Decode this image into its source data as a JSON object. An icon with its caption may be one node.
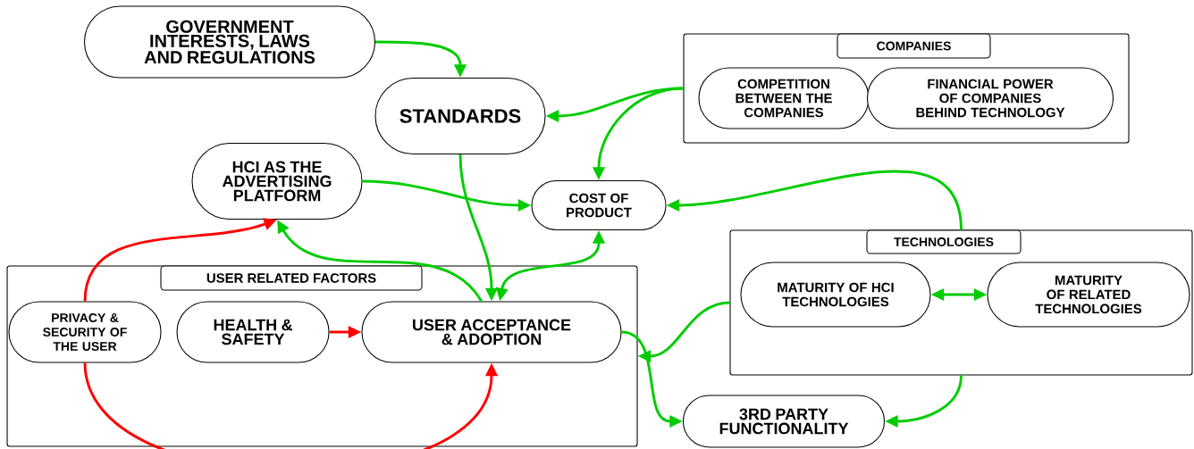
{
  "diagram": {
    "nodes": [
      {
        "text": [
          "GOVERNMENT INTERESTS, LAWS AND REGULATIONS"
        ]
      },
      {
        "text": [
          "STANDARDS"
        ]
      },
      {
        "text": [
          "COMPANIES"
        ]
      },
      {
        "text": [
          "COMPETITION BETWEEN THE COMPANIES"
        ],
        "in": 2
      },
      {
        "text": [
          "FINANCIAL POWER OF COMPANIES BEHIND TECHNOLOGY"
        ],
        "in": 2
      },
      {
        "text": [
          "HCI AS THE ADVERTISING PLATFORM"
        ]
      },
      {
        "text": [
          "COST OF PRODUCT"
        ]
      },
      {
        "text": [
          "TECHNOLOGIES"
        ]
      },
      {
        "text": [
          "MATURITY OF HCI TECHNOLOGIES"
        ],
        "in": 7
      },
      {
        "text": [
          "MATURITY OF RELATED TECHNOLOGIES"
        ],
        "in": 7
      },
      {
        "text": [
          "USER RELATED FACTORS"
        ]
      },
      {
        "text": [
          "PRIVACY & SECURITY OF THE USER"
        ],
        "in": 10
      },
      {
        "text": [
          "HEALTH & SAFETY"
        ],
        "in": 10
      },
      {
        "text": [
          "USER ACCEPTANCE & ADOPTION"
        ],
        "in": 10
      },
      {
        "text": [
          "3RD PARTY FUNCTIONALITY"
        ]
      }
    ],
    "edges": [
      {
        "from": 0,
        "to": 1,
        "arrow": "to"
      },
      {
        "from": 2,
        "to": 1,
        "arrow": "to"
      },
      {
        "from": 2,
        "to": 6,
        "arrow": "to"
      },
      {
        "from": 5,
        "to": 6,
        "arrow": "to"
      },
      {
        "from": 7,
        "to": 6,
        "arrow": "to"
      },
      {
        "from": 13,
        "to": 6,
        "arrow": "both"
      },
      {
        "from": 1,
        "to": 13,
        "arrow": "to"
      },
      {
        "from": 13,
        "to": 5,
        "arrow": "to"
      },
      {
        "from": 11,
        "to": 5,
        "arrow": "to",
        "color": "#ff0000"
      },
      {
        "from": 11,
        "to": 13,
        "arrow": "to",
        "color": "#ff0000"
      },
      {
        "from": 12,
        "to": 13,
        "arrow": "to",
        "color": "#ff0000"
      },
      {
        "from": 8,
        "to": 9,
        "arrow": "both"
      },
      {
        "from": 7,
        "to": 10,
        "arrow": "to"
      },
      {
        "from": 13,
        "to": 14,
        "arrow": "to"
      },
      {
        "from": 7,
        "to": 14,
        "arrow": "to"
      }
    ]
  }
}
